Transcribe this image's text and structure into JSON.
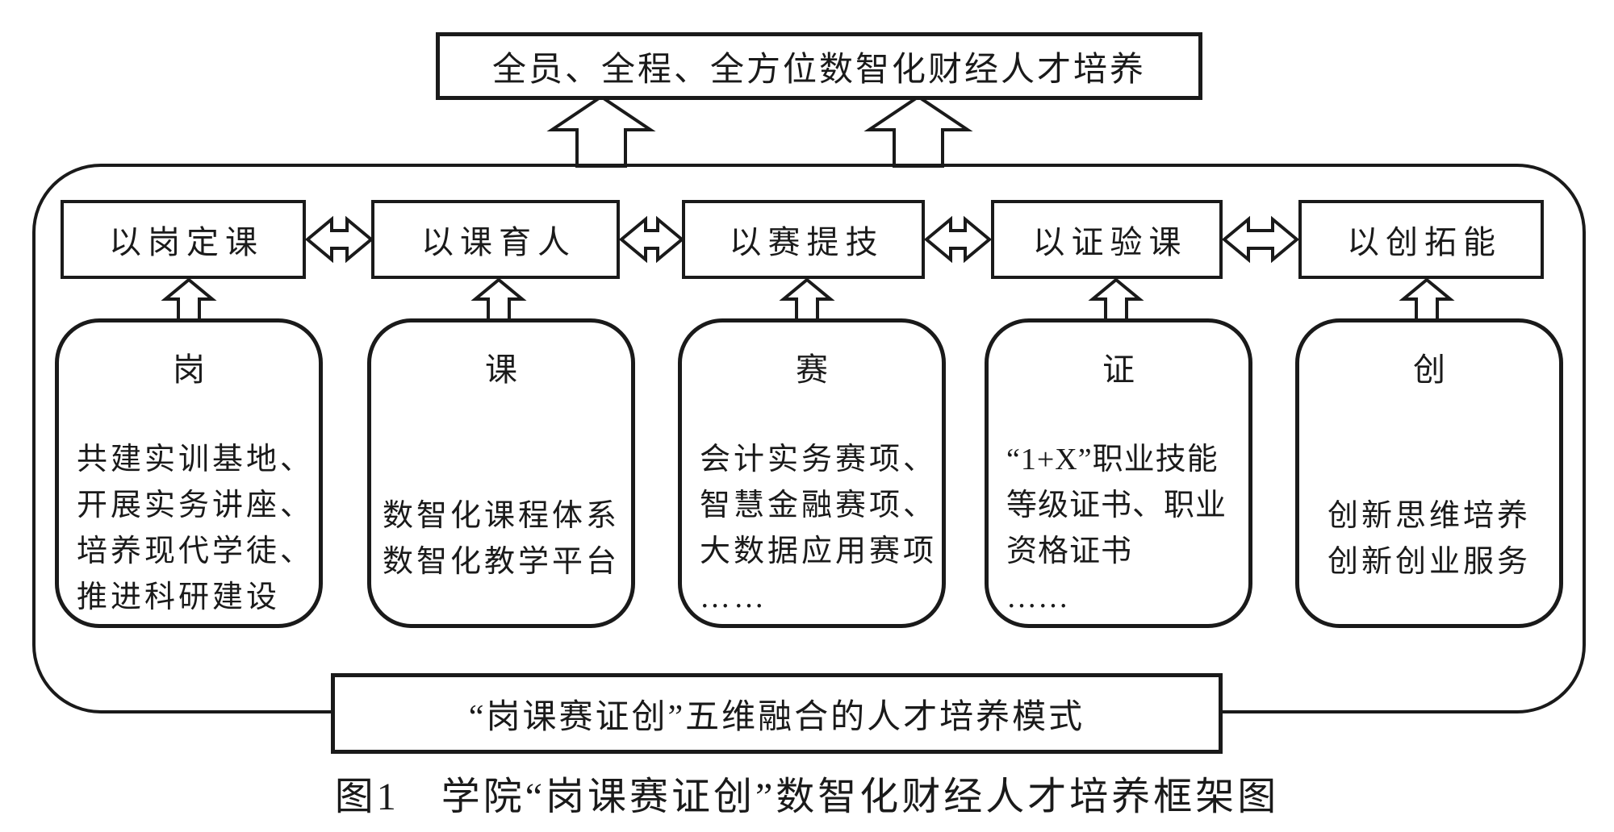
{
  "title_box": "全员、全程、全方位数智化财经人才培养",
  "pillars": [
    {
      "label": "以岗定课",
      "card_title": "岗",
      "card_lines": [
        "共建实训基地、",
        "开展实务讲座、",
        "培养现代学徒、",
        "推进科研建设"
      ]
    },
    {
      "label": "以课育人",
      "card_title": "课",
      "card_lines": [
        "数智化课程体系",
        "数智化教学平台"
      ]
    },
    {
      "label": "以赛提技",
      "card_title": "赛",
      "card_lines": [
        "会计实务赛项、",
        "智慧金融赛项、",
        "大数据应用赛项",
        "……"
      ]
    },
    {
      "label": "以证验课",
      "card_title": "证",
      "card_lines": [
        "“1+X”职业技能",
        "等级证书、职业",
        "资格证书",
        "……"
      ]
    },
    {
      "label": "以创拓能",
      "card_title": "创",
      "card_lines": [
        "创新思维培养",
        "创新创业服务"
      ]
    }
  ],
  "bottom_box": "“岗课赛证创”五维融合的人才培养模式",
  "caption": "图1　学院“岗课赛证创”数智化财经人才培养框架图",
  "colors": {
    "line": "#1a1a1a",
    "background": "#ffffff"
  }
}
